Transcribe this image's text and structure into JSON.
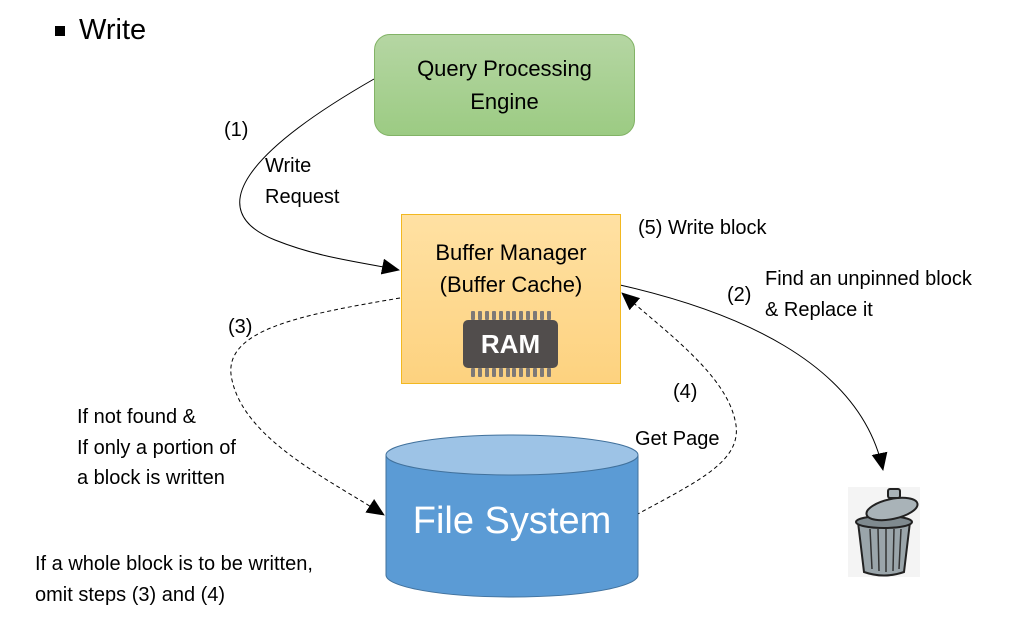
{
  "title": "Write",
  "nodes": {
    "query_engine": "Query Processing\nEngine",
    "buffer_manager_line1": "Buffer Manager",
    "buffer_manager_line2": "(Buffer Cache)",
    "ram_chip": "RAM",
    "file_system": "File System",
    "trash_can": "trash-can"
  },
  "edges": {
    "step1_number": "(1)",
    "step1_line1": "Write",
    "step1_line2": "Request",
    "step2_number": "(2)",
    "step2_line1": "Find an unpinned block",
    "step2_line2": "& Replace it",
    "step3_number": "(3)",
    "step3_line1": "If not found &",
    "step3_line2": "If only a portion of",
    "step3_line3": "a block is written",
    "step4_number": "(4)",
    "step4_label": "Get Page",
    "step5_label": "(5) Write block"
  },
  "note": {
    "line1": "If a whole block is to be written,",
    "line2": "omit steps (3) and (4)"
  },
  "colors": {
    "query_engine_fill": "#a9d18e",
    "buffer_manager_fill": "#ffd97f",
    "buffer_manager_border": "#f2b820",
    "file_system_fill": "#5b9bd5",
    "file_system_top": "#9dc3e6",
    "ram_chip": "#514d4c"
  }
}
